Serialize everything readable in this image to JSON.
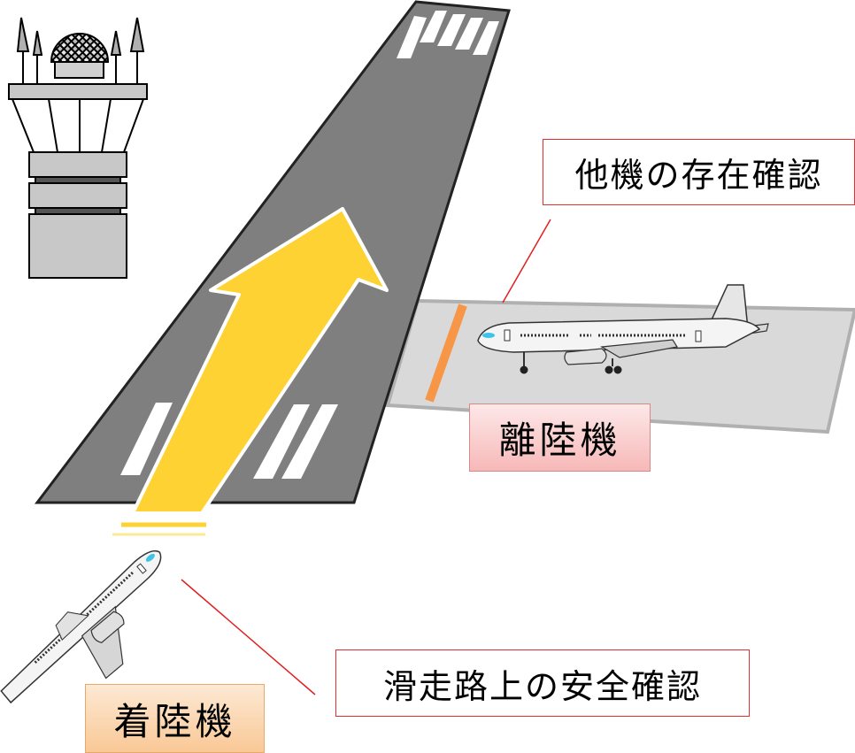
{
  "labels": {
    "check_other_aircraft": "他機の存在確認",
    "departing_aircraft": "離陸機",
    "runway_safety_check": "滑走路上の安全確認",
    "landing_aircraft": "着陸機"
  },
  "icons": {
    "tower": "control-tower-icon",
    "runway": "runway-icon",
    "arrow": "landing-path-arrow-icon",
    "departing_plane": "departing-airplane-icon",
    "landing_plane": "landing-airplane-icon"
  },
  "colors": {
    "runway": "#7f7f7f",
    "taxiway": "#d9d9d9",
    "arrow": "#fdd232",
    "callout_line": "#e02020",
    "hold_line": "#f79646",
    "departing_label_fill": "#f7b8b8",
    "landing_label_fill": "#f9c896"
  }
}
